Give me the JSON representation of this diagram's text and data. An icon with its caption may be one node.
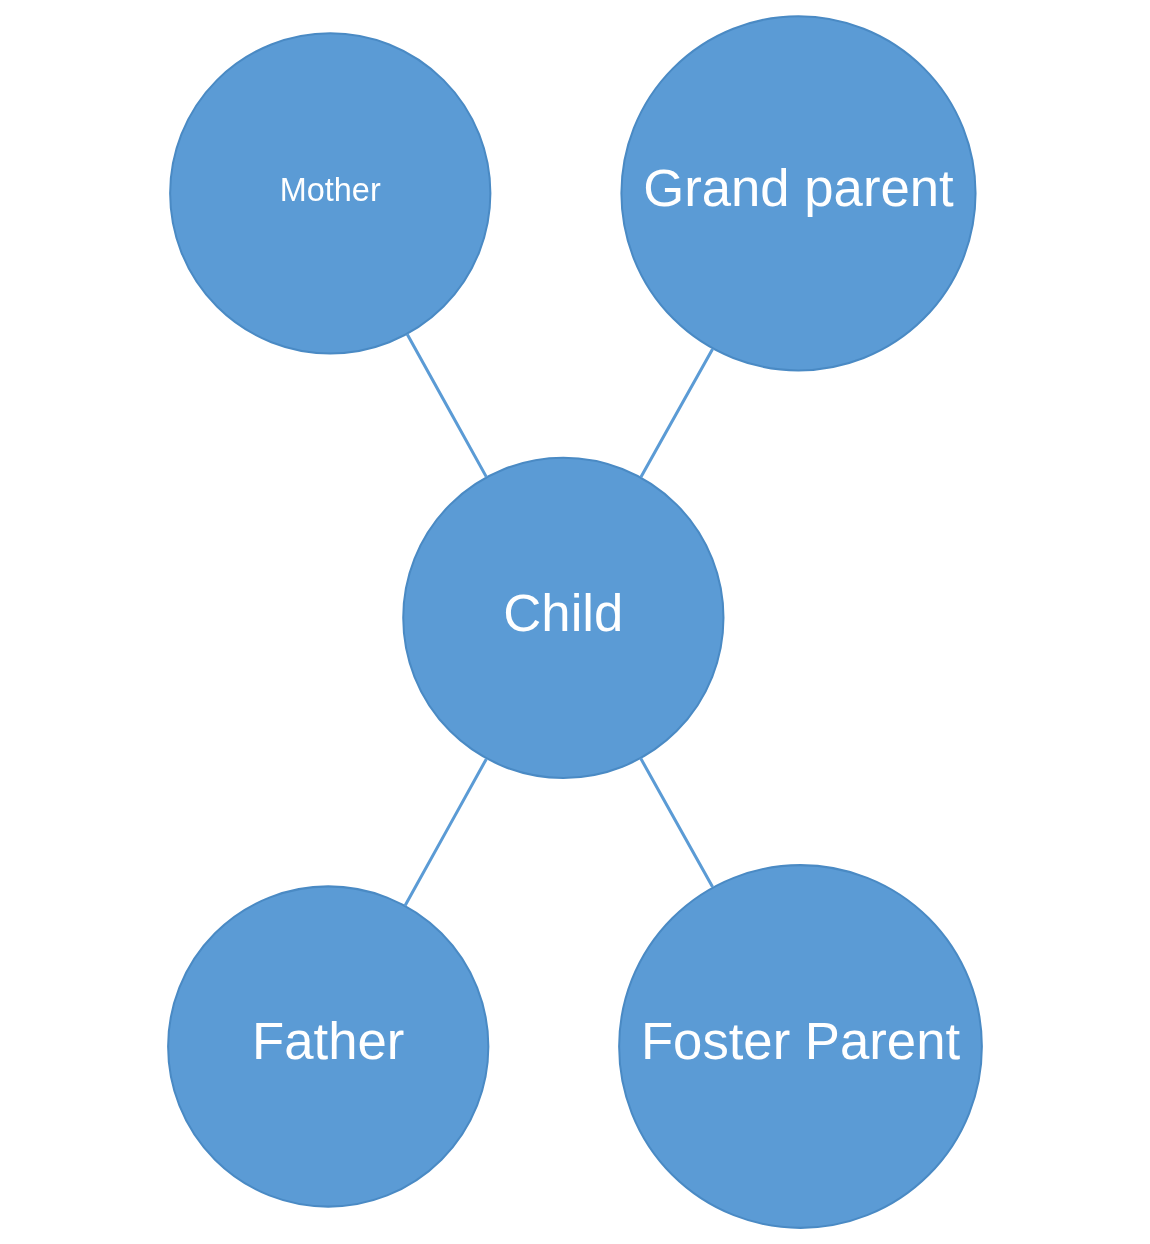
{
  "diagram": {
    "nodes": [
      {
        "text": [
          "Mother"
        ]
      },
      {
        "text": [
          "Grand parent"
        ]
      },
      {
        "text": [
          "Child"
        ]
      },
      {
        "text": [
          "Father"
        ]
      },
      {
        "text": [
          "Foster Parent"
        ]
      }
    ],
    "edges": [
      {
        "from": 0,
        "to": 2,
        "arrow": "none"
      },
      {
        "from": 1,
        "to": 2,
        "arrow": "none"
      },
      {
        "from": 2,
        "to": 3,
        "arrow": "none"
      },
      {
        "from": 2,
        "to": 4,
        "arrow": "none"
      }
    ]
  }
}
